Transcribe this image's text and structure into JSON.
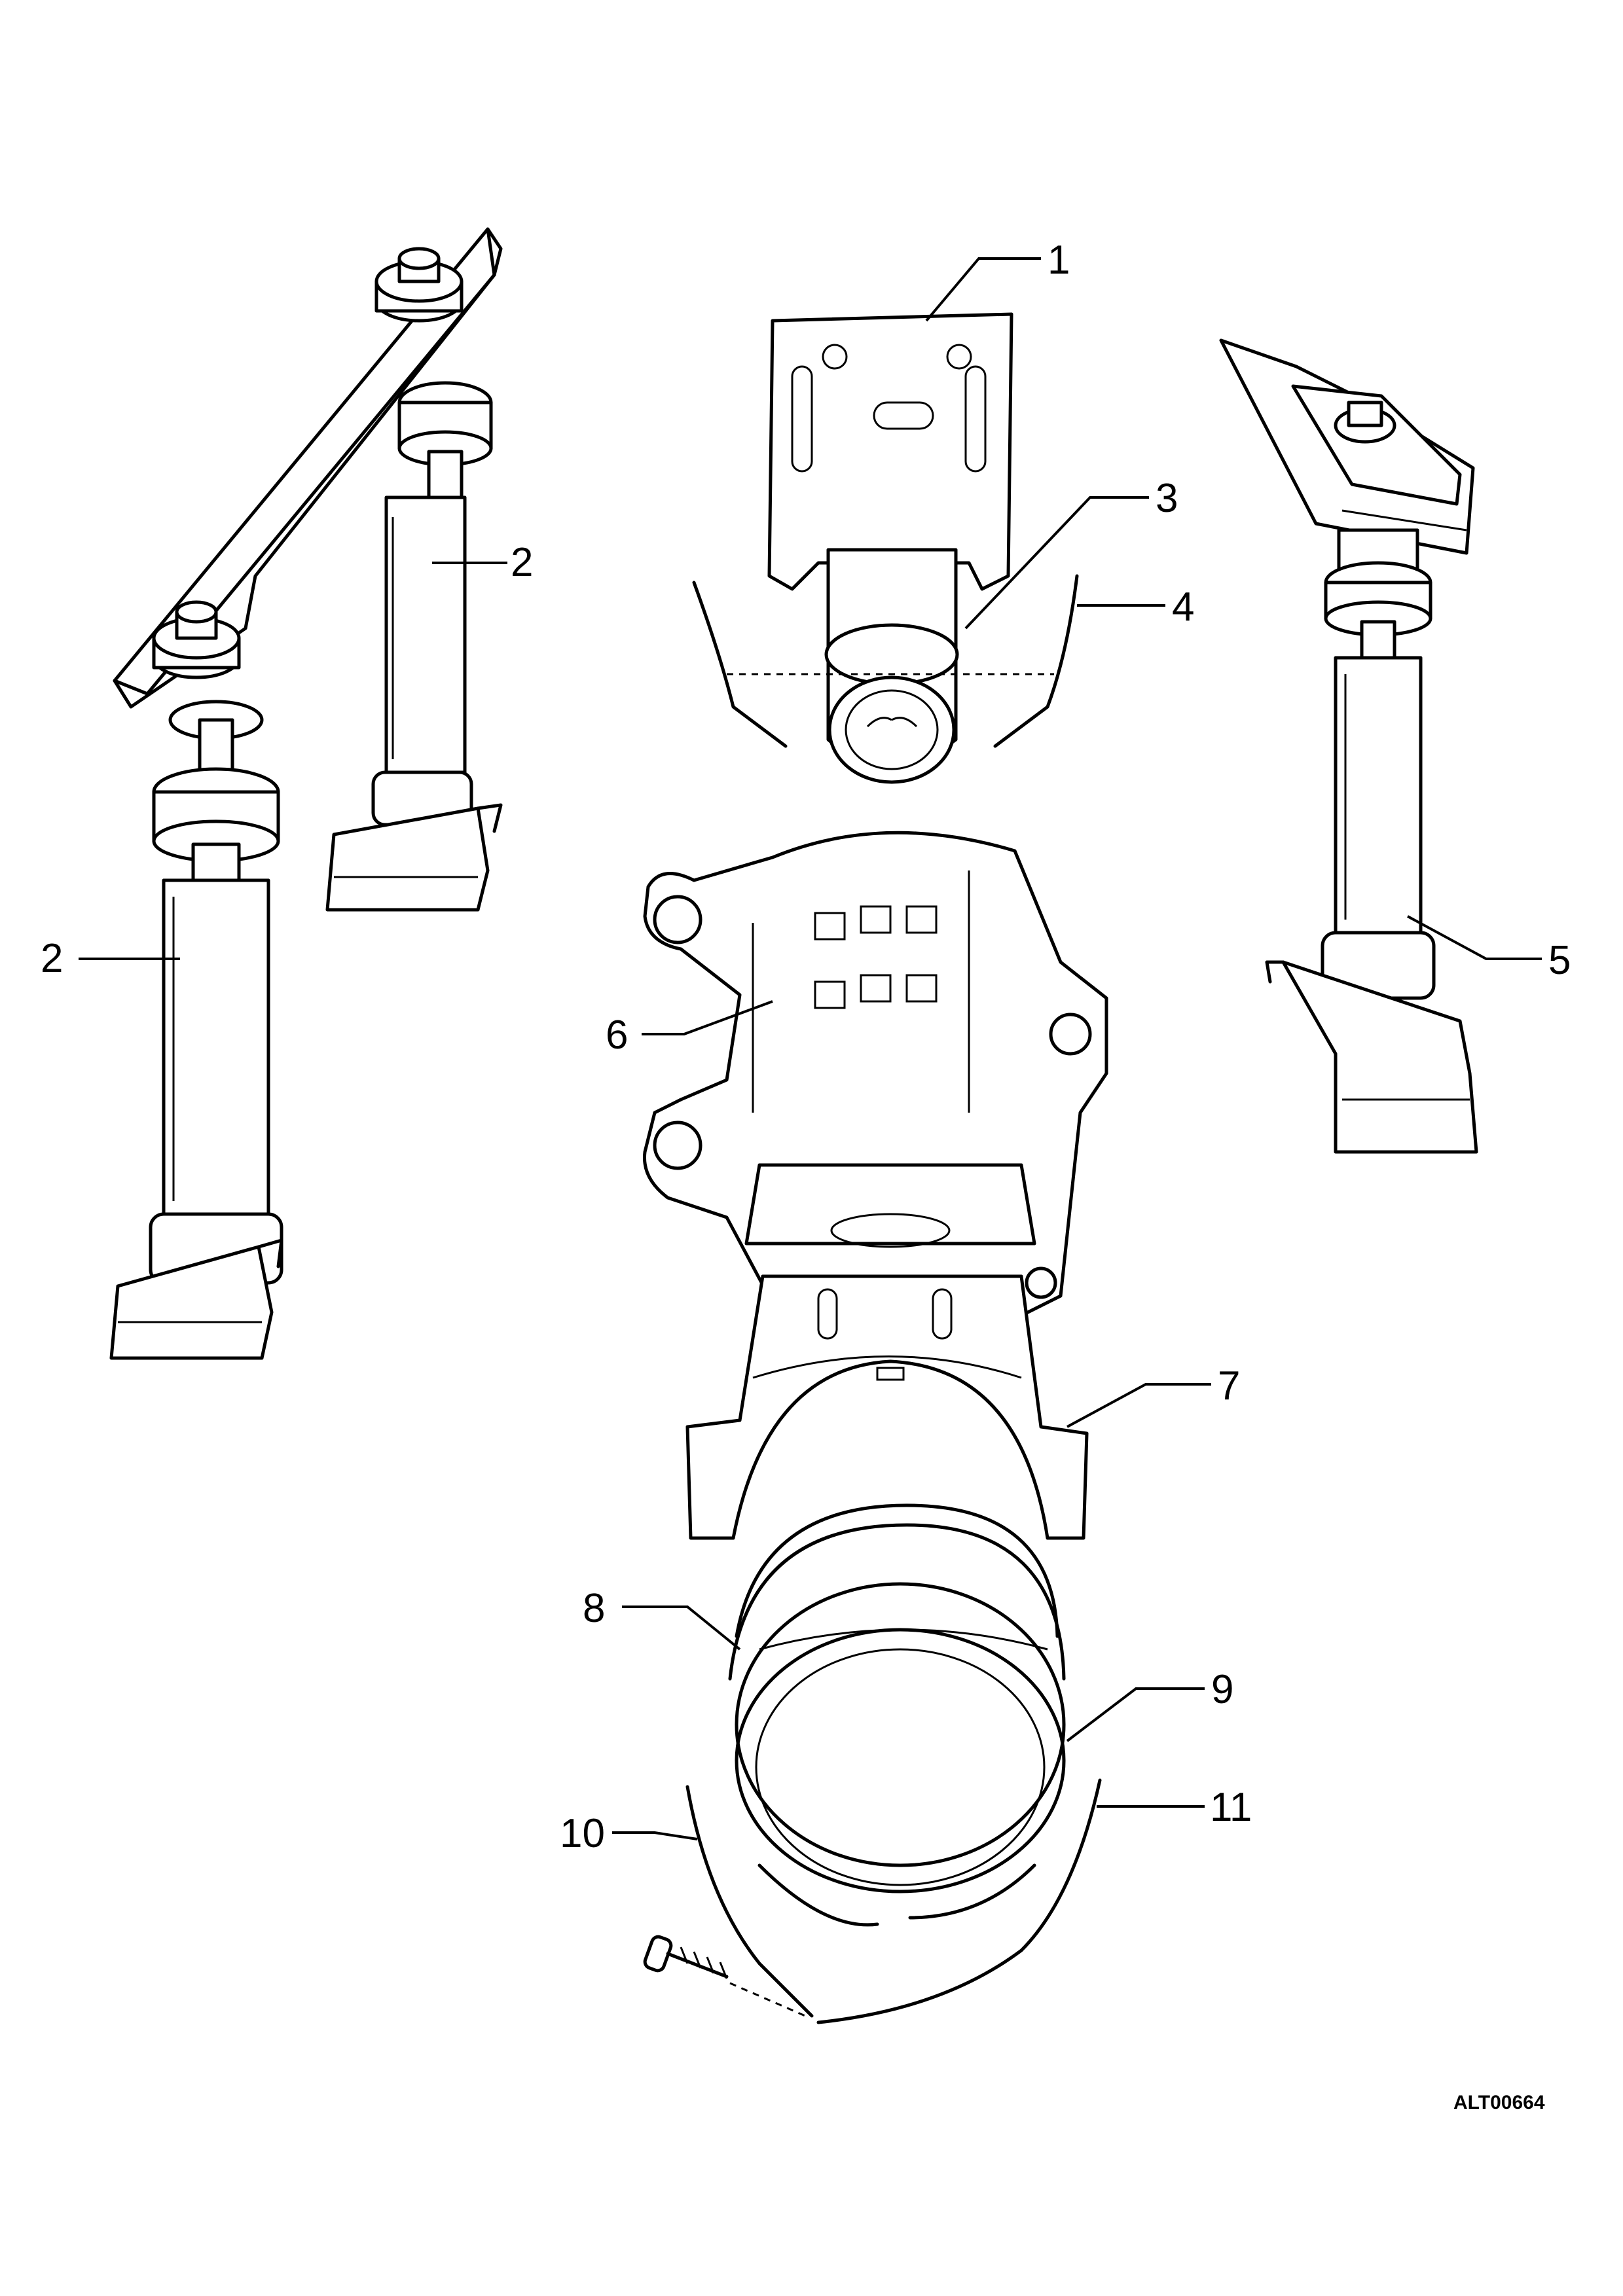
{
  "callouts": [
    {
      "id": "1",
      "label": "1"
    },
    {
      "id": "2a",
      "label": "2"
    },
    {
      "id": "2b",
      "label": "2"
    },
    {
      "id": "3",
      "label": "3"
    },
    {
      "id": "4",
      "label": "4"
    },
    {
      "id": "5",
      "label": "5"
    },
    {
      "id": "6",
      "label": "6"
    },
    {
      "id": "7",
      "label": "7"
    },
    {
      "id": "8",
      "label": "8"
    },
    {
      "id": "9",
      "label": "9"
    },
    {
      "id": "10",
      "label": "10"
    },
    {
      "id": "11",
      "label": "11"
    }
  ],
  "figure_code": "ALT00664",
  "parts": {
    "left_strut_assembly": "strut-pair-with-crossbar",
    "right_strut": "strut-with-mount-plate",
    "upper_adapter": "bracket-with-collar",
    "main_housing": "cylindrical-cage-housing",
    "lower_yoke": "yoke-bracket",
    "rings": "double-clamp-rings",
    "strap_clamp": "split-band-with-bolt"
  }
}
